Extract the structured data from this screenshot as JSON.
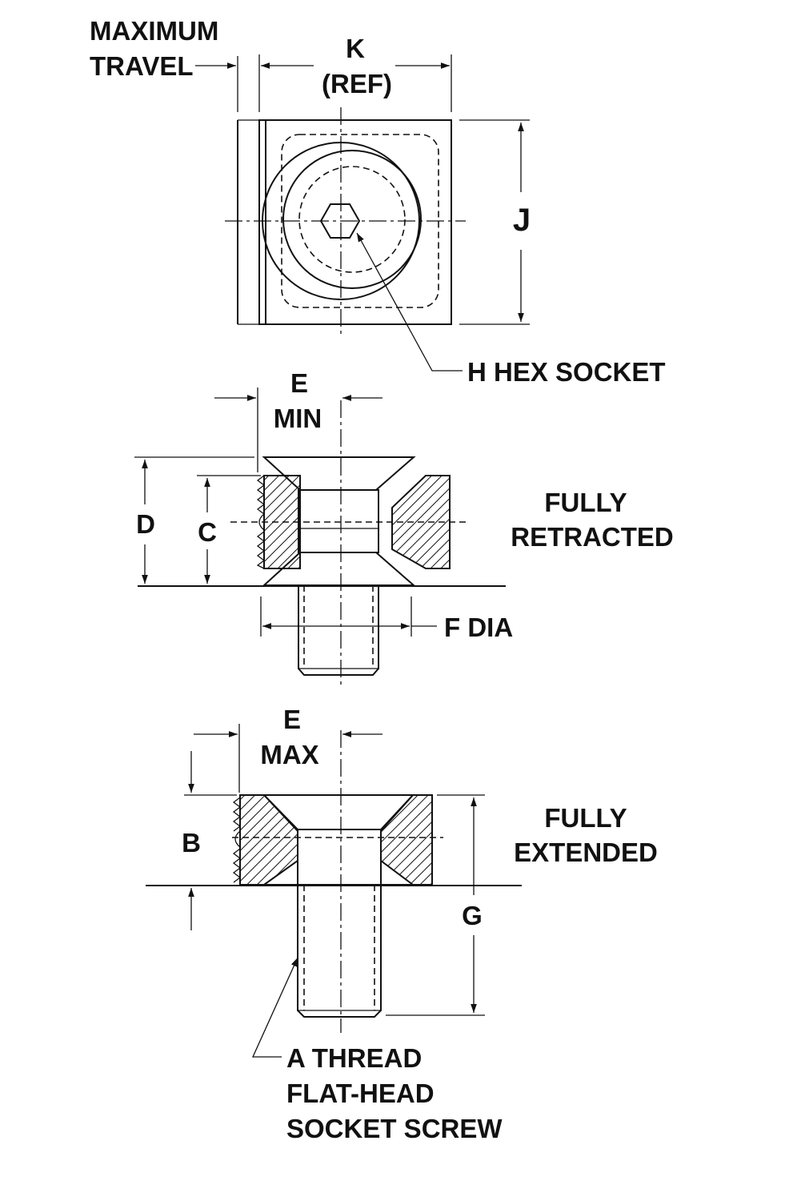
{
  "labels": {
    "max_travel_1": "MAXIMUM",
    "max_travel_2": "TRAVEL",
    "k": "K",
    "k_ref": "(REF)",
    "j": "J",
    "h_hex": "H HEX SOCKET",
    "e_min_1": "E",
    "e_min_2": "MIN",
    "d": "D",
    "c": "C",
    "retracted_1": "FULLY",
    "retracted_2": "RETRACTED",
    "f_dia": "F DIA",
    "e_max_1": "E",
    "e_max_2": "MAX",
    "b": "B",
    "extended_1": "FULLY",
    "extended_2": "EXTENDED",
    "g": "G",
    "screw_1": "A THREAD",
    "screw_2": "FLAT-HEAD",
    "screw_3": "SOCKET SCREW"
  }
}
